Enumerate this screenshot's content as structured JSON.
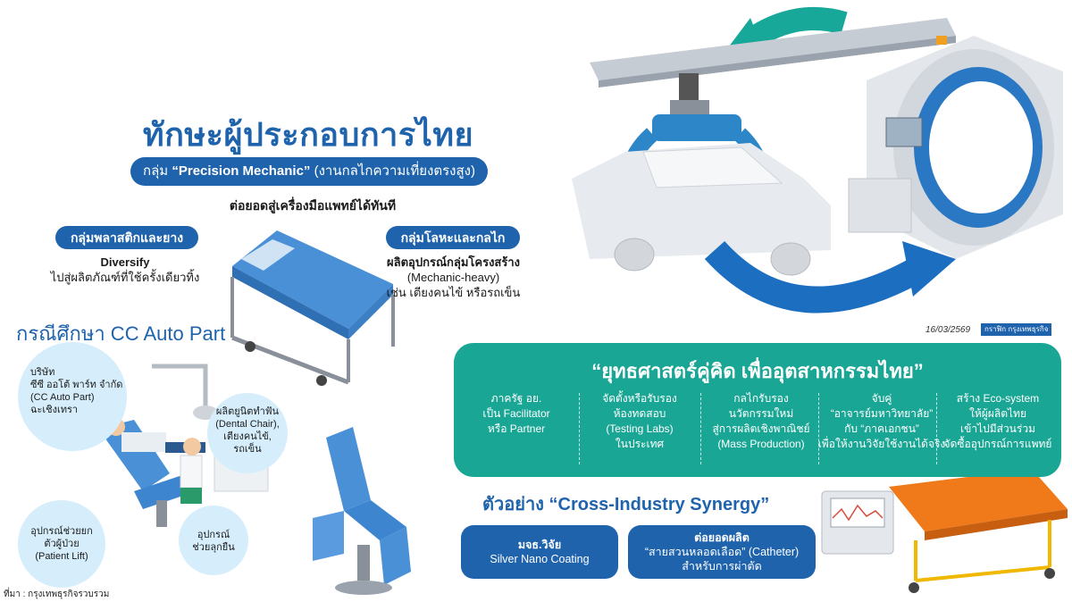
{
  "title": "ทักษะผู้ประกอบการไทย",
  "group_pill": {
    "prefix": "กลุ่ม",
    "name": "“Precision Mechanic”",
    "suffix": "(งานกลไกความเที่ยงตรงสูง)"
  },
  "subtitle": "ต่อยอดสู่เครื่องมือแพทย์ได้ทันที",
  "plastic": {
    "label": "กลุ่มพลาสติกและยาง",
    "line1": "Diversify",
    "line2": "ไปสู่ผลิตภัณฑ์ที่ใช้ครั้งเดียวทิ้ง"
  },
  "metal": {
    "label": "กลุ่มโลหะและกลไก",
    "line1": "ผลิตอุปกรณ์กลุ่มโครงสร้าง",
    "line2": "(Mechanic-heavy)",
    "line3": "เช่น เตียงคนไข้ หรือรถเข็น"
  },
  "case_study": {
    "title": "กรณีศึกษา CC Auto Part",
    "company": [
      "บริษัท",
      "ซีซี ออโต้ พาร์ท จำกัด",
      "(CC Auto Part)",
      "ฉะเชิงเทรา"
    ],
    "dental": [
      "ผลิตยูนิตทำฟัน",
      "(Dental Chair),",
      "เตียงคนไข้,",
      "รถเข็น"
    ],
    "lift": [
      "อุปกรณ์ช่วยยก",
      "ตัวผู้ป่วย",
      "(Patient Lift)"
    ],
    "stand": [
      "อุปกรณ์",
      "ช่วยลุกยืน"
    ]
  },
  "strategy": {
    "title": "“ยุทธศาสตร์คู่คิด เพื่ออุตสาหกรรมไทย”",
    "columns": [
      [
        "ภาครัฐ อย.",
        "เป็น Facilitator",
        "หรือ Partner"
      ],
      [
        "จัดตั้งหรือรับรอง",
        "ห้องทดสอบ",
        "(Testing Labs)",
        "ในประเทศ"
      ],
      [
        "กลไกรับรอง",
        "นวัตกรรมใหม่",
        "สู่การผลิตเชิงพาณิชย์",
        "(Mass Production)"
      ],
      [
        "จับคู่",
        "“อาจารย์มหาวิทยาลัย”",
        "กับ “ภาคเอกชน”",
        "เพื่อให้งานวิจัยใช้งานได้จริง"
      ],
      [
        "สร้าง Eco-system",
        "ให้ผู้ผลิตไทย",
        "เข้าไปมีส่วนร่วม",
        "จัดซื้ออุปกรณ์การแพทย์"
      ]
    ]
  },
  "synergy": {
    "title": "ตัวอย่าง “Cross-Industry Synergy”",
    "box1": [
      "มจธ.วิจัย",
      "Silver Nano Coating"
    ],
    "box2": [
      "ต่อยอดผลิต",
      "“สายสวนหลอดเลือด” (Catheter)",
      "สำหรับการผ่าตัด"
    ]
  },
  "date": "16/03/2569",
  "logo": "กราฟิก กรุงเทพธุรกิจ",
  "source": "ที่มา : กรุงเทพธุรกิจรวบรวม",
  "colors": {
    "blue": "#1f63ad",
    "teal": "#1aa695",
    "light_blue": "#d6eefb"
  }
}
